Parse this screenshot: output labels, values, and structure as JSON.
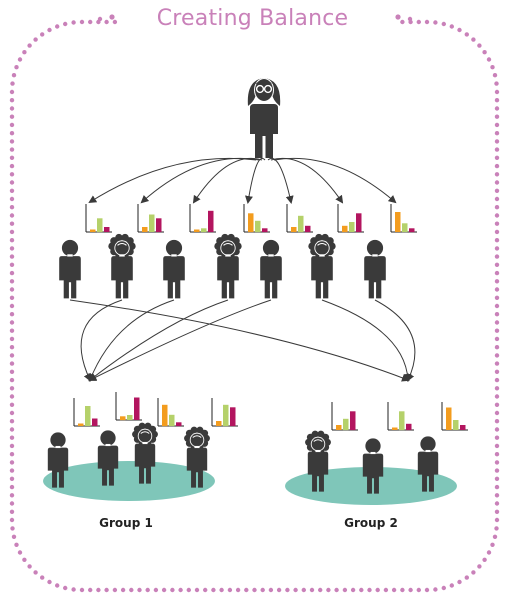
{
  "title": "Creating Balance",
  "colors": {
    "border_dots": "#c981b9",
    "person": "#3a3a3a",
    "group_ellipse": "#7fc6b9",
    "arrow": "#3a3a3a",
    "bar_orange": "#f39c1e",
    "bar_green": "#b5d16a",
    "bar_magenta": "#b3155f"
  },
  "groups": [
    {
      "label": "Group 1"
    },
    {
      "label": "Group 2"
    }
  ],
  "icons": {
    "teacher": "teacher-icon",
    "student": "student-icon",
    "student_curly": "curly-hair-student-icon",
    "mini_chart": "bar-chart-icon"
  },
  "students_row": [
    {
      "bars": [
        0.1,
        0.55,
        0.2
      ],
      "hair": "plain"
    },
    {
      "bars": [
        0.2,
        0.7,
        0.55
      ],
      "hair": "curly"
    },
    {
      "bars": [
        0.1,
        0.15,
        0.85
      ],
      "hair": "plain"
    },
    {
      "bars": [
        0.75,
        0.45,
        0.15
      ],
      "hair": "curly"
    },
    {
      "bars": [
        0.2,
        0.65,
        0.25
      ],
      "hair": "plain"
    },
    {
      "bars": [
        0.25,
        0.4,
        0.75
      ],
      "hair": "curly"
    },
    {
      "bars": [
        0.8,
        0.35,
        0.15
      ],
      "hair": "plain"
    }
  ],
  "group1_members": [
    {
      "bars": [
        0.1,
        0.8,
        0.3
      ],
      "hair": "plain"
    },
    {
      "bars": [
        0.15,
        0.2,
        0.9
      ],
      "hair": "plain"
    },
    {
      "bars": [
        0.85,
        0.45,
        0.15
      ],
      "hair": "curly"
    },
    {
      "bars": [
        0.2,
        0.85,
        0.75
      ],
      "hair": "curly"
    }
  ],
  "group2_members": [
    {
      "bars": [
        0.2,
        0.45,
        0.75
      ],
      "hair": "curly"
    },
    {
      "bars": [
        0.1,
        0.75,
        0.25
      ],
      "hair": "plain"
    },
    {
      "bars": [
        0.9,
        0.4,
        0.2
      ],
      "hair": "plain"
    }
  ]
}
